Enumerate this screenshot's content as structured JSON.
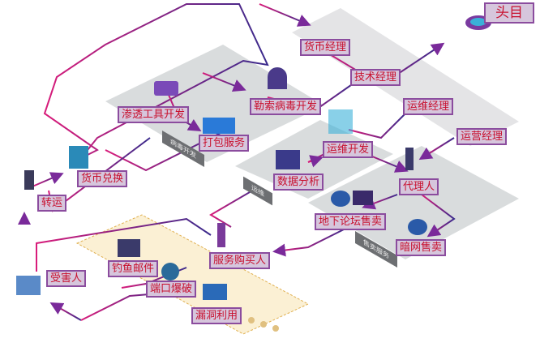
{
  "colors": {
    "line": "#4b2a8c",
    "accent": "#d81b7a",
    "label_text": "#c8102e",
    "label_bg": "#d6c6dc",
    "label_border": "#8b4c9e",
    "platform": "#d9dcdd"
  },
  "roles": {
    "boss": "头目",
    "currency_manager": "货币经理",
    "tech_manager": "技术经理",
    "ops_manager": "运维经理",
    "operation_manager": "运营经理",
    "pentest_tool_dev": "渗透工具开发",
    "ransomware_dev": "勒索病毒开发",
    "packaging_service": "打包服务",
    "ops_dev": "运维开发",
    "data_analysis": "数据分析",
    "agent": "代理人",
    "underground_forum_sale": "地下论坛售卖",
    "darknet_sale": "暗网售卖",
    "service_buyer": "服务购买人",
    "phishing_email": "钓鱼邮件",
    "port_bruteforce": "端口爆破",
    "vuln_exploit": "漏洞利用",
    "victim": "受害人",
    "transfer": "转运",
    "currency_exchange": "货币兑换"
  },
  "platforms": {
    "virus_dev": "病毒开发",
    "ops": "运维",
    "sales_service": "售卖服务"
  }
}
